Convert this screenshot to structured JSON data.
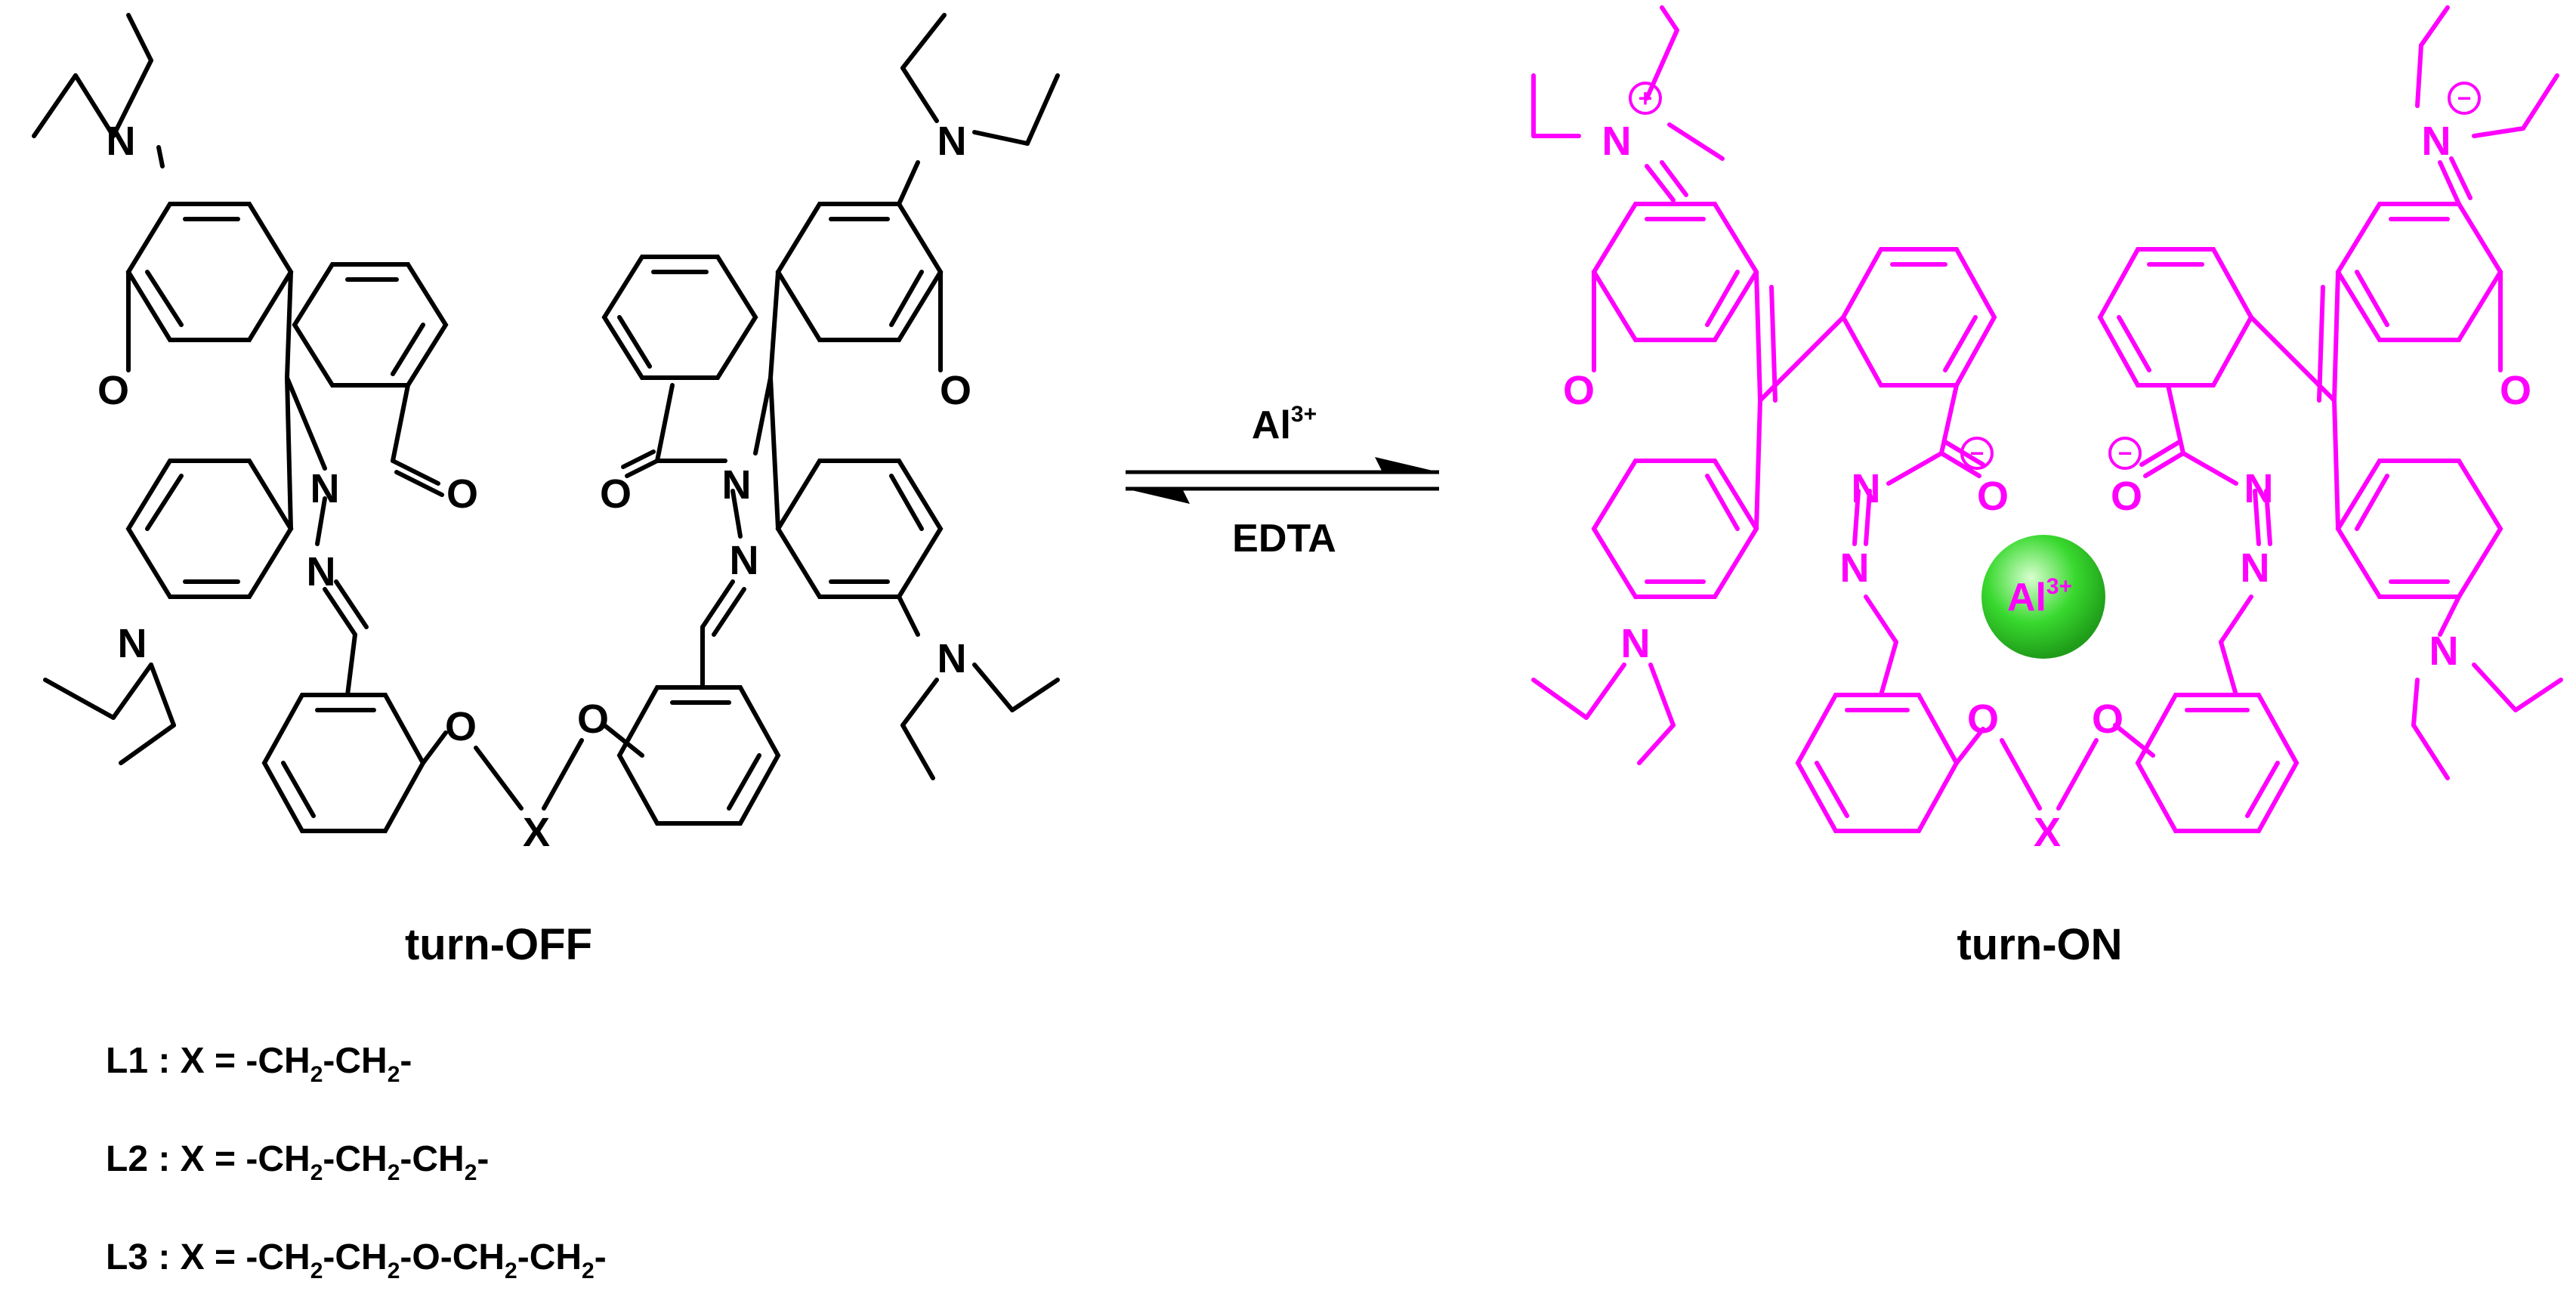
{
  "colors": {
    "off_structure": "#000000",
    "on_structure": "#ff00ff",
    "metal_ion_fill": "#39d92f"
  },
  "atoms": {
    "nitrogen": "N",
    "oxygen": "O",
    "linker": "X",
    "plus": "+",
    "minus": "−"
  },
  "reaction": {
    "forward_reagent_symbol": "Al",
    "forward_reagent_charge": "3+",
    "reverse_reagent": "EDTA"
  },
  "complex": {
    "metal_symbol": "Al",
    "metal_charge": "3+"
  },
  "captions": {
    "off_state": "turn-OFF",
    "on_state": "turn-ON"
  },
  "legend": [
    {
      "label": "L1",
      "sep": " : ",
      "formula_prefix": "X = -",
      "parts": [
        "CH",
        "2",
        "-CH",
        "2",
        "-"
      ]
    },
    {
      "label": "L2",
      "sep": " : ",
      "formula_prefix": "X = -",
      "parts": [
        "CH",
        "2",
        "-CH",
        "2",
        "-CH",
        "2",
        "-"
      ]
    },
    {
      "label": "L3",
      "sep": " : ",
      "formula_prefix": "X = -",
      "parts": [
        "CH",
        "2",
        "-CH",
        "2",
        "-O-CH",
        "2",
        "-CH",
        "2",
        "-"
      ]
    }
  ]
}
